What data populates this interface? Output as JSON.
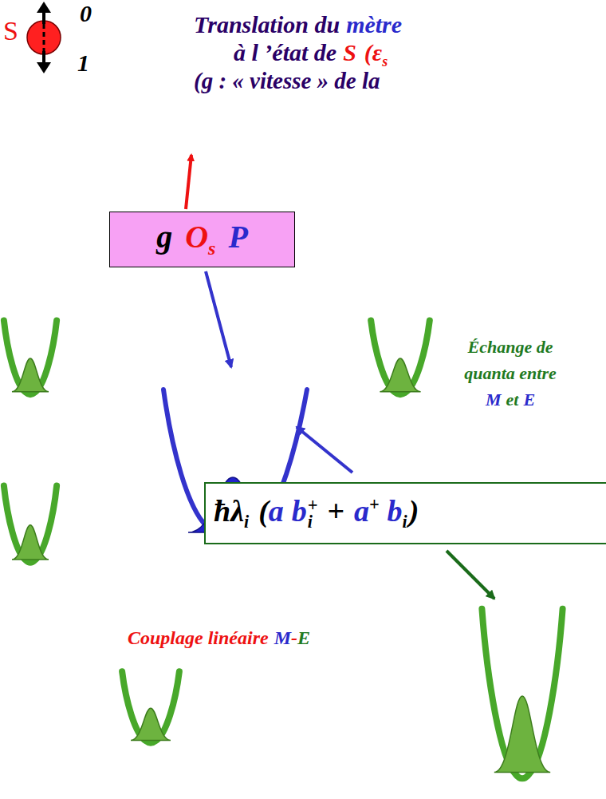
{
  "diagram": {
    "nodes": [
      {
        "text": [
          "S",
          "0",
          "1"
        ]
      },
      {
        "text": [
          "g",
          "O",
          "s",
          "P"
        ]
      },
      {
        "text": [
          "ħλ",
          "i",
          "(",
          "a",
          "b",
          "+",
          "i",
          "+",
          "a",
          "+",
          "b",
          "i",
          ")"
        ]
      }
    ],
    "labels": [
      "Translation du",
      "mètre",
      "à l ’état de",
      "S",
      "(ε",
      "s",
      "(g : « vitesse » de la",
      "Échange de quanta entre",
      "M",
      "et",
      "E",
      "Couplage linéaire",
      "M",
      "-",
      "E"
    ]
  }
}
